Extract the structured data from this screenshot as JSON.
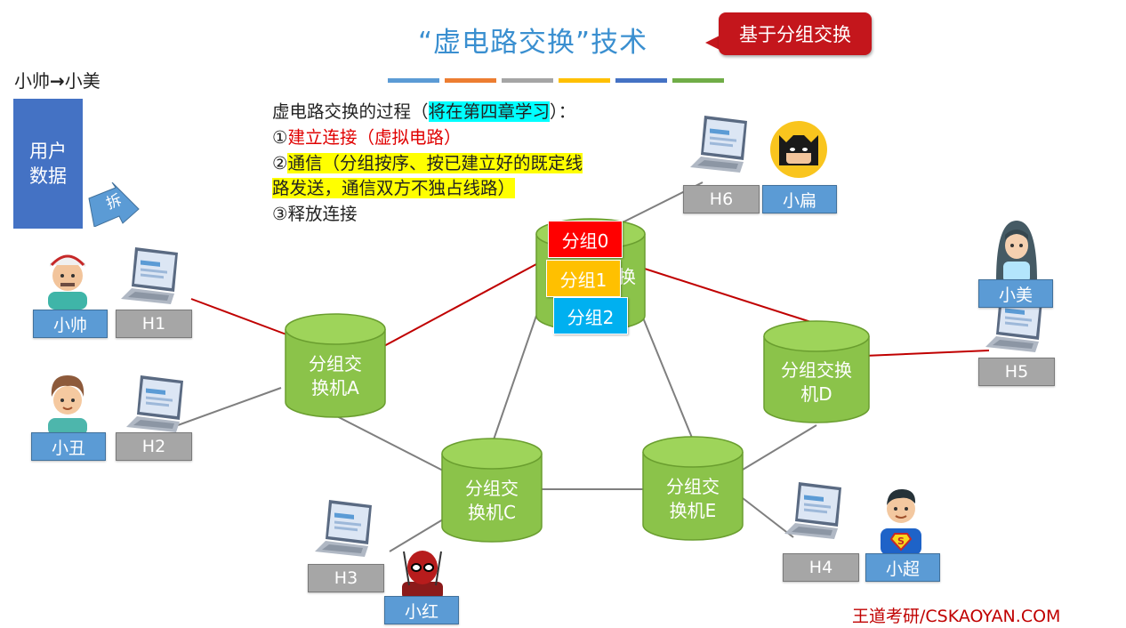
{
  "header": {
    "title": "“虚电路交换”技术",
    "callout": "基于分组交换",
    "color_bar": [
      "#5b9bd5",
      "#ed7d31",
      "#a5a5a5",
      "#ffc000",
      "#4472c4",
      "#70ad47"
    ]
  },
  "sender": {
    "from": "小帅",
    "to": "小美",
    "arrow": "→",
    "user_data_line1": "用户",
    "user_data_line2": "数据",
    "split_label": "拆"
  },
  "process": {
    "intro": "虚电路交换的过程（",
    "intro_hl": "将在第四章学习",
    "intro_end": "）：",
    "step1_num": "①",
    "step1": "建立连接（虚拟电路）",
    "step2_num": "②",
    "step2_line1": "通信（分组按序、按已建立好的既定线",
    "step2_line2": "路发送，通信双方不独占线路）",
    "step3": "③释放连接"
  },
  "hosts": {
    "h1": "H1",
    "h2": "H2",
    "h3": "H3",
    "h4": "H4",
    "h5": "H5",
    "h6": "H6"
  },
  "users": {
    "u1": "小帅",
    "u2": "小丑",
    "u3": "小红",
    "u4": "小超",
    "u5": "小美",
    "u6": "小扁"
  },
  "switches": {
    "a_line1": "分组交",
    "a_line2": "换机A",
    "b_partial": "换",
    "c_line1": "分组交",
    "c_line2": "换机C",
    "d_line1": "分组交换",
    "d_line2": "机D",
    "e_line1": "分组交",
    "e_line2": "换机E"
  },
  "packets": {
    "p0": "分组0",
    "p1": "分组1",
    "p2": "分组2",
    "p0_color": "#ff0000",
    "p1_color": "#ffc000",
    "p2_color": "#00b0f0"
  },
  "colors": {
    "switch_green": "#8bc34a",
    "active_link": "#c00000",
    "idle_link": "#7f7f7f"
  },
  "footer": "王道考研/CSKAOYAN.COM"
}
